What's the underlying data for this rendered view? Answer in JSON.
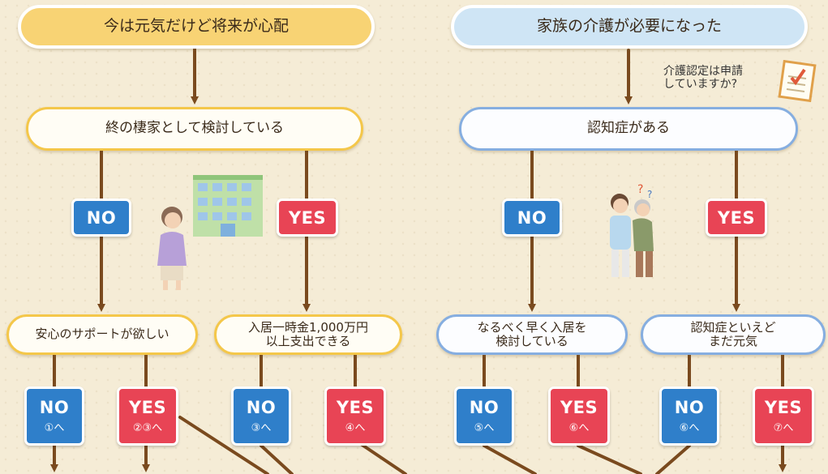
{
  "left": {
    "start": "今は元気だけど将来が心配",
    "q1": "終の棲家として検討している",
    "no": "NO",
    "yes": "YES",
    "q2a": "安心のサポートが欲しい",
    "q2b_line1": "入居一時金1,000万円",
    "q2b_line2": "以上支出できる",
    "r1": {
      "label": "NO",
      "sub": "①へ"
    },
    "r2": {
      "label": "YES",
      "sub": "②③へ"
    },
    "r3": {
      "label": "NO",
      "sub": "③へ"
    },
    "r4": {
      "label": "YES",
      "sub": "④へ"
    }
  },
  "right": {
    "start": "家族の介護が必要になった",
    "note_line1": "介護認定は申請",
    "note_line2": "していますか?",
    "q1": "認知症がある",
    "no": "NO",
    "yes": "YES",
    "q2a_line1": "なるべく早く入居を",
    "q2a_line2": "検討している",
    "q2b_line1": "認知症といえど",
    "q2b_line2": "まだ元気",
    "r5": {
      "label": "NO",
      "sub": "⑤へ"
    },
    "r6": {
      "label": "YES",
      "sub": "⑥へ"
    },
    "r7": {
      "label": "NO",
      "sub": "⑥へ"
    },
    "r8": {
      "label": "YES",
      "sub": "⑦へ"
    }
  },
  "colors": {
    "line": "#7a4a1e",
    "no": "#2f7fca",
    "yes": "#e84455",
    "yellow": "#f8d374",
    "blue": "#cfe5f5"
  },
  "icons": [
    "woman-icon",
    "apartment-building-icon",
    "caregiver-elderly-icon",
    "checklist-icon"
  ]
}
